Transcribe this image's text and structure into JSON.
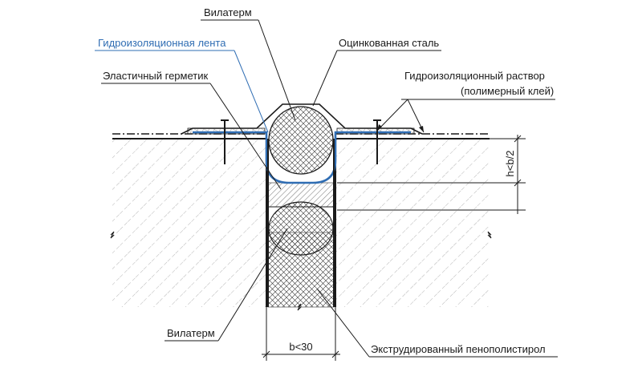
{
  "labels": {
    "vilaterm_top": "Вилатерм",
    "waterproof_tape": "Гидроизоляционная лента",
    "galvanized_steel": "Оцинкованная сталь",
    "elastic_sealant": "Эластичный герметик",
    "waterproof_mortar": "Гидроизоляционный раствор",
    "polymer_glue": "(полимерный клей)",
    "vilaterm_bottom": "Вилатерм",
    "extruded_polystyrene": "Экструдированный пенополистирол",
    "dim_height": "h<b/2",
    "dim_width": "b<30"
  },
  "colors": {
    "ink": "#1a1a1a",
    "tape": "#2f6db3",
    "background": "#ffffff"
  }
}
